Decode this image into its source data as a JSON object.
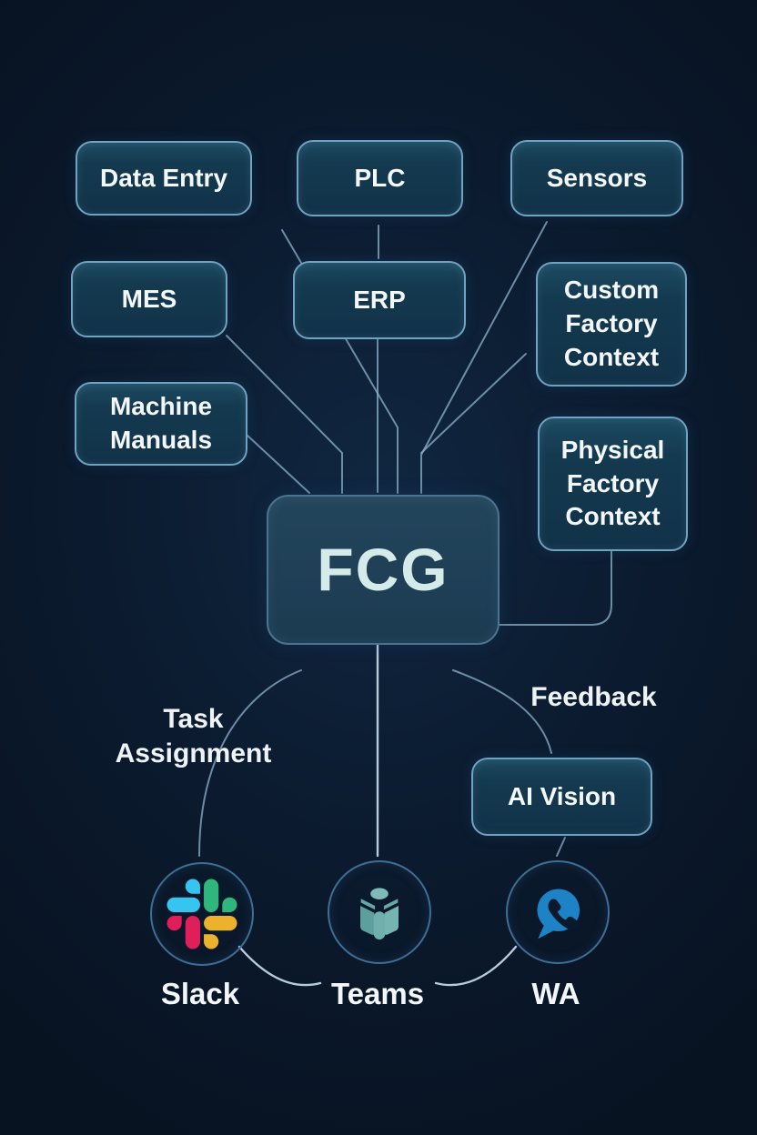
{
  "diagram": {
    "center_node": {
      "label": "FCG"
    },
    "input_nodes": {
      "data_entry": {
        "label": "Data Entry"
      },
      "plc": {
        "label": "PLC"
      },
      "sensors": {
        "label": "Sensors"
      },
      "mes": {
        "label": "MES"
      },
      "erp": {
        "label": "ERP"
      },
      "custom_factory_context": {
        "label": "Custom\nFactory\nContext"
      },
      "machine_manuals": {
        "label": "Machine\nManuals"
      },
      "physical_factory_context": {
        "label": "Physical\nFactory\nContext"
      }
    },
    "output_nodes": {
      "ai_vision": {
        "label": "AI Vision"
      }
    },
    "edge_labels": {
      "task_assignment": "Task\nAssignment",
      "feedback": "Feedback"
    },
    "channels": {
      "slack": {
        "label": "Slack",
        "icon": "slack-icon"
      },
      "teams": {
        "label": "Teams",
        "icon": "teams-cube-icon"
      },
      "wa": {
        "label": "WA",
        "icon": "whatsapp-icon"
      }
    },
    "colors": {
      "background": "#0b1a2e",
      "node_fill": "#143a50",
      "node_border": "#6fa3c2",
      "connector": "#8fb3cc",
      "fcg_text": "#d5ebe9",
      "label_text": "#f3f7fa",
      "slack_blue": "#36C5F0",
      "slack_green": "#2EB67D",
      "slack_yellow": "#ECB22E",
      "slack_red": "#E01E5A",
      "teams_teal": "#6fb0ac",
      "whatsapp_blue": "#1d83c6"
    }
  }
}
